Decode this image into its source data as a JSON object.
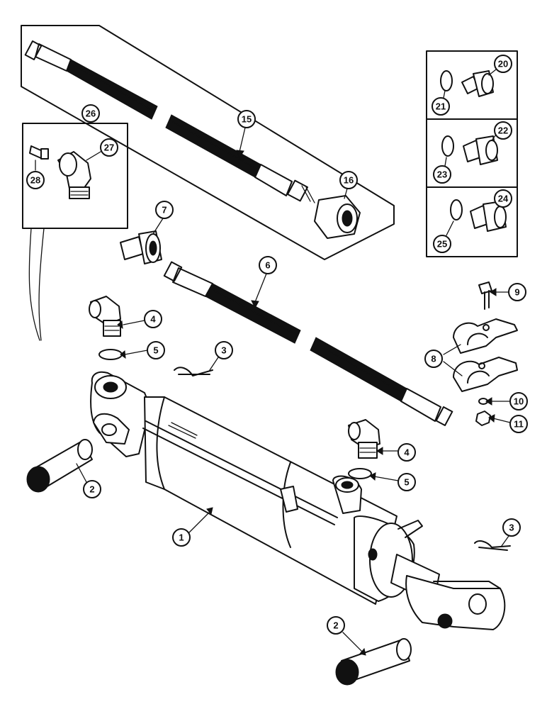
{
  "callouts": [
    {
      "id": "c1",
      "label": "1"
    },
    {
      "id": "c2a",
      "label": "2"
    },
    {
      "id": "c2b",
      "label": "2"
    },
    {
      "id": "c3a",
      "label": "3"
    },
    {
      "id": "c3b",
      "label": "3"
    },
    {
      "id": "c4a",
      "label": "4"
    },
    {
      "id": "c4b",
      "label": "4"
    },
    {
      "id": "c5a",
      "label": "5"
    },
    {
      "id": "c5b",
      "label": "5"
    },
    {
      "id": "c6",
      "label": "6"
    },
    {
      "id": "c7",
      "label": "7"
    },
    {
      "id": "c8",
      "label": "8"
    },
    {
      "id": "c9",
      "label": "9"
    },
    {
      "id": "c10",
      "label": "10"
    },
    {
      "id": "c11",
      "label": "11"
    },
    {
      "id": "c15",
      "label": "15"
    },
    {
      "id": "c16",
      "label": "16"
    },
    {
      "id": "c20",
      "label": "20"
    },
    {
      "id": "c21",
      "label": "21"
    },
    {
      "id": "c22",
      "label": "22"
    },
    {
      "id": "c23",
      "label": "23"
    },
    {
      "id": "c24",
      "label": "24"
    },
    {
      "id": "c25",
      "label": "25"
    },
    {
      "id": "c26",
      "label": "26"
    },
    {
      "id": "c27",
      "label": "27"
    },
    {
      "id": "c28",
      "label": "28"
    }
  ],
  "colors": {
    "ink": "#111111",
    "paper": "#ffffff"
  }
}
